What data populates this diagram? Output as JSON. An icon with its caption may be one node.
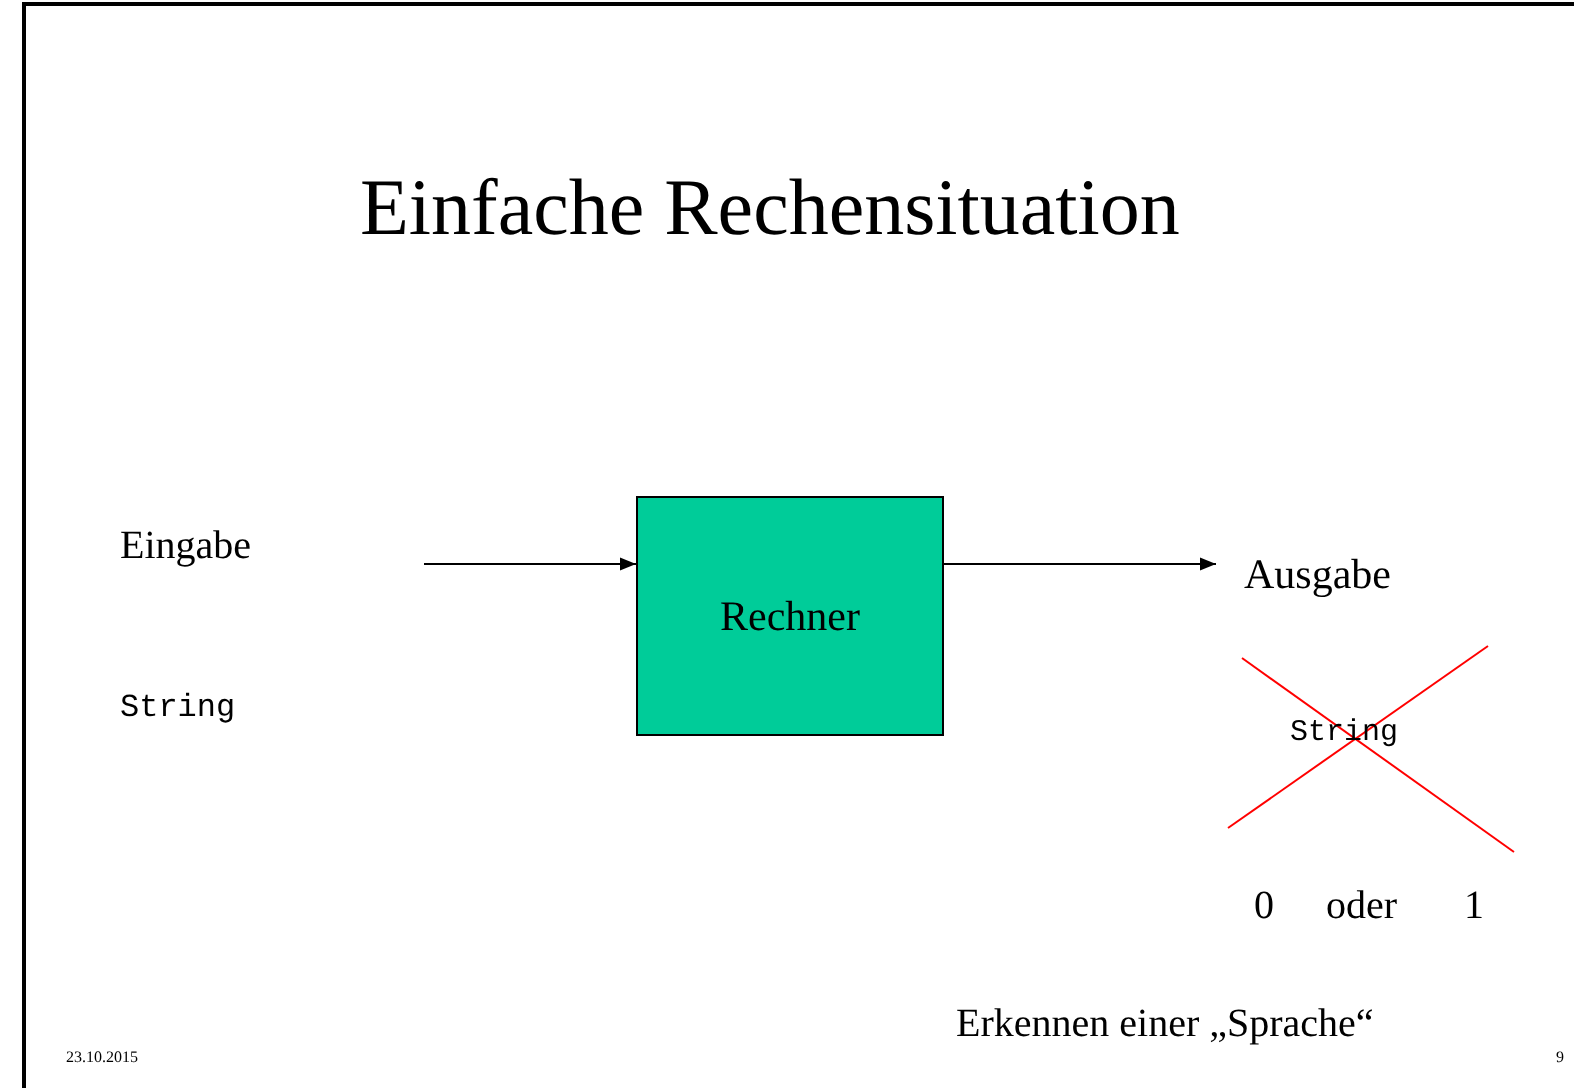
{
  "diagram": {
    "title": "Einfache Rechensituation",
    "nodes": [
      {
        "text": [
          "Rechner"
        ]
      },
      {
        "text": [
          "Ausgabe"
        ]
      }
    ],
    "edges": [
      {
        "from": null,
        "to": 0,
        "arrow": "to"
      },
      {
        "from": 0,
        "to": 1,
        "arrow": "to"
      }
    ],
    "labels": [
      "Eingabe",
      "String",
      "String",
      "0",
      "oder",
      "1",
      "Erkennen einer „Sprache“",
      "23.10.2015",
      "9"
    ]
  }
}
